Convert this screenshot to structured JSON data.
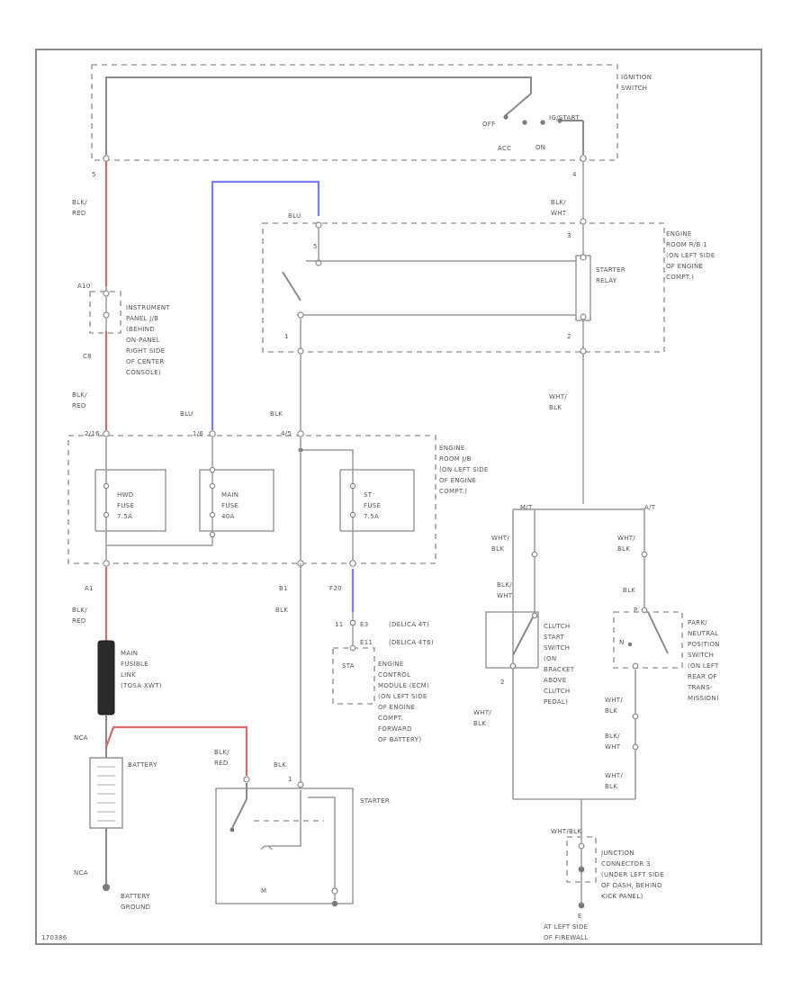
{
  "colors": {
    "red_wire": "#d46a6a",
    "blue_wire": "#7b7bff",
    "line": "#8a8a8a",
    "text": "#555555"
  },
  "labels": {
    "ignition_switch": [
      "IGNITION",
      "SWITCH"
    ],
    "off": "OFF",
    "ign_start": "IG/START",
    "acc": "ACC",
    "on": "ON",
    "pin_5": "5",
    "pin_4": "4",
    "blk_red_1": [
      "BLK/",
      "RED"
    ],
    "blk_wht_1": [
      "BLK/",
      "WHT"
    ],
    "blu_top": "BLU",
    "engine_room_rb1": [
      "ENGINE",
      "ROOM R/B 1",
      "(ON LEFT SIDE",
      "OF ENGINE",
      "COMPT.)"
    ],
    "starter_relay": [
      "STARTER",
      "RELAY"
    ],
    "relay_pin_1": "1",
    "relay_pin_2": "2",
    "relay_pin_3": "3",
    "relay_pin_5": "5",
    "i_p_jb_pin": "A10",
    "c8": "C8",
    "instrument_panel_jb": [
      "INSTRUMENT",
      "PANEL J/B",
      "(BEHIND",
      "ON-PANEL",
      "RIGHT SIDE",
      "OF CENTER",
      "CONSOLE)"
    ],
    "blk_red_2": [
      "BLK/",
      "RED"
    ],
    "blu_mid": "BLU",
    "blk_mid": "BLK",
    "wht_blk_1": [
      "WHT/",
      "BLK"
    ],
    "jb_pin_a": "2/16",
    "jb_pin_b": "1/6",
    "jb_pin_c": "4/5",
    "engine_room_jb": [
      "ENGINE",
      "ROOM J/B",
      "(ON LEFT SIDE",
      "OF ENGINE",
      "COMPT.)"
    ],
    "hwd_fuse": [
      "HWD",
      "FUSE",
      "7.5A"
    ],
    "main_fuse": [
      "MAIN",
      "FUSE",
      "40A"
    ],
    "st_fuse": [
      "ST",
      "FUSE",
      "7.5A"
    ],
    "pin_a1": "A1",
    "pin_b1": "B1",
    "pin_f20": "F20",
    "blk_red_3": [
      "BLK/",
      "RED"
    ],
    "blk_lo": "BLK",
    "pin_11": "11",
    "e3": "E3",
    "e3_note": "(DELICA 4T)",
    "e11": "E11",
    "e11_note": "(DELICA 4T6)",
    "sta": "STA",
    "ecm": [
      "ENGINE",
      "CONTROL",
      "MODULE (ECM)",
      "(ON LEFT SIDE",
      "OF ENGINE",
      "COMPT.",
      "FORWARD",
      "OF BATTERY)"
    ],
    "main_fusible_link": [
      "MAIN",
      "FUSIBLE",
      "LINK",
      "(TOSA XWT)"
    ],
    "nca_top": "NCA",
    "battery": "BATTERY",
    "nca_bottom": "NCA",
    "battery_ground": [
      "BATTERY",
      "GROUND"
    ],
    "blk_red_4": [
      "BLK/",
      "RED"
    ],
    "blk_starter": "BLK",
    "starter_pin": "1",
    "starter": "STARTER",
    "starter_m": "M",
    "mt_label": "M/T",
    "at_label": "A/T",
    "wht_blk_2": [
      "WHT/",
      "BLK"
    ],
    "wht_blk_3": [
      "WHT/",
      "BLK"
    ],
    "blk_wht_2": [
      "BLK/",
      "WHT"
    ],
    "blk_2": "BLK",
    "clutch_start_switch": [
      "CLUTCH",
      "START",
      "SWITCH",
      "(ON",
      "BRACKET",
      "ABOVE",
      "CLUTCH",
      "PEDAL)"
    ],
    "clutch_pin": "2",
    "pnp_pins": [
      "P",
      "N"
    ],
    "pnp_switch": [
      "PARK/",
      "NEUTRAL",
      "POSITION",
      "SWITCH",
      "(ON LEFT",
      "REAR OF",
      "TRANS-",
      "MISSION)"
    ],
    "wht_blk_4": [
      "WHT/",
      "BLK"
    ],
    "wht_blk_5": [
      "WHT/",
      "BLK"
    ],
    "blk_wht_3": [
      "BLK/",
      "WHT"
    ],
    "wht_blk_6": [
      "WHT/",
      "BLK"
    ],
    "wht_blk_junction": "WHT/BLK",
    "junction_connector": [
      "JUNCTION",
      "CONNECTOR 3",
      "(UNDER LEFT SIDE",
      "OF DASH, BEHIND",
      "KICK PANEL)"
    ],
    "ground_letter": "E",
    "ground_location": [
      "AT LEFT SIDE",
      "OF FIREWALL"
    ],
    "corner_code": "170386"
  }
}
